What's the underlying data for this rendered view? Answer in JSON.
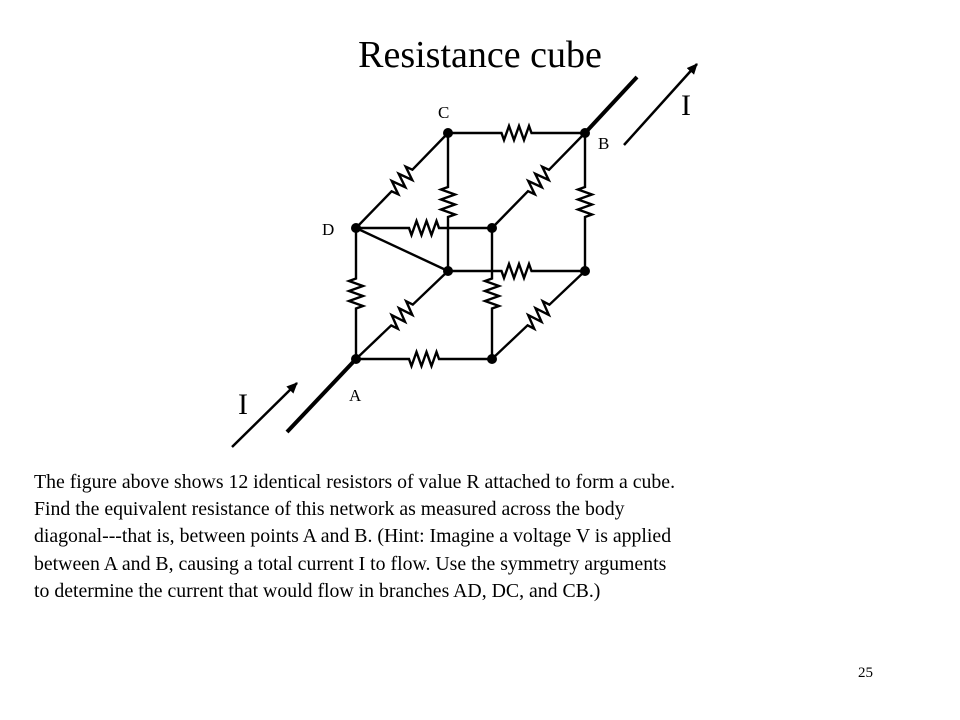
{
  "slide": {
    "title": "Resistance cube",
    "body_text": "The figure above shows 12 identical resistors of value R attached to form a cube.\nFind the equivalent resistance of this network as measured across the body\ndiagonal---that is, between points A and B. (Hint: Imagine a voltage V is applied\nbetween A and B, causing a total current I to flow. Use the symmetry arguments\nto determine the current that would flow in branches AD, DC, and CB.)",
    "page_number": "25"
  },
  "diagram": {
    "node_labels": {
      "A": "A",
      "B": "B",
      "C": "C",
      "D": "D"
    },
    "current_label_top": "I",
    "current_label_bottom": "I",
    "resistor_count": 12
  }
}
